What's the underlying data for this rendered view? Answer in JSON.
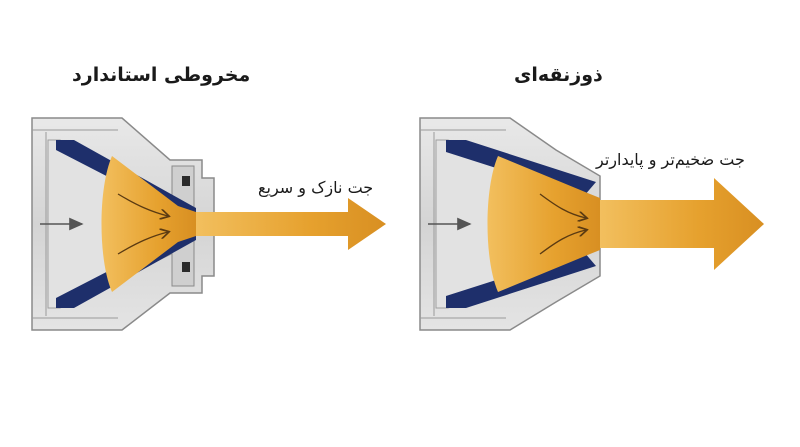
{
  "left": {
    "title": "مخروطی استاندارد",
    "jet_label": "جت نازک و سریع"
  },
  "right": {
    "title": "ذوزنقه‌ای",
    "jet_label": "جت ضخیم‌تر و پایدارتر"
  },
  "colors": {
    "body_fill": "#dcdcdc",
    "body_stroke": "#8a8a8a",
    "liner": "#1e2f6b",
    "flow": "#e6a12e",
    "flow_dark": "#c9821c",
    "arrow_line": "#555555",
    "flow_arrow": "#5a3a12"
  }
}
